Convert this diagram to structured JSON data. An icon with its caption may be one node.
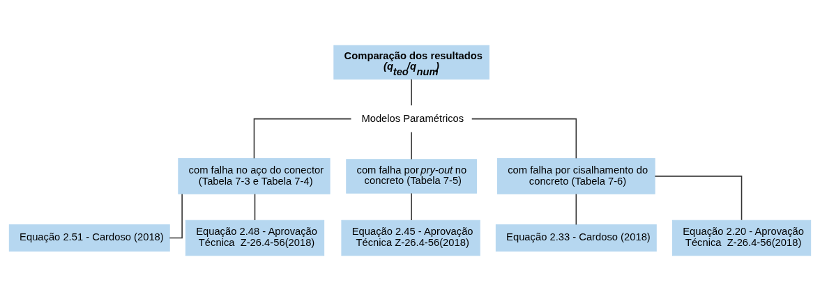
{
  "diagram": {
    "nodes": [
      {
        "text": [
          "Comparação dos resultados",
          "(q$_{teo}$/q$_{num}$)"
        ]
      },
      {
        "text": [
          "Modelos Paramétricos"
        ]
      },
      {
        "text": [
          "com falha no aço do conector (Tabela 7-3 e Tabela 7-4)"
        ]
      },
      {
        "text": [
          "com falha por *pry-out* no concreto (Tabela 7-5)"
        ]
      },
      {
        "text": [
          "com falha por cisalhamento do concreto (Tabela 7-6)"
        ]
      },
      {
        "text": [
          "Equação 2.51 - Cardoso (2018)"
        ]
      },
      {
        "text": [
          "Equação 2.48 - Aprovação Técnica  Z-26.4-56(2018)"
        ]
      },
      {
        "text": [
          "Equação 2.45 - Aprovação Técnica Z-26.4-56(2018)"
        ]
      },
      {
        "text": [
          "Equação 2.33 - Cardoso (2018)"
        ]
      },
      {
        "text": [
          "Equação 2.20 - Aprovação Técnica  Z-26.4-56(2018)"
        ]
      }
    ],
    "edges": [
      {
        "from": 0,
        "to": 1,
        "arrow": "none"
      },
      {
        "from": 1,
        "to": 2,
        "arrow": "none"
      },
      {
        "from": 1,
        "to": 3,
        "arrow": "none"
      },
      {
        "from": 1,
        "to": 4,
        "arrow": "none"
      },
      {
        "from": 2,
        "to": 5,
        "arrow": "none"
      },
      {
        "from": 2,
        "to": 6,
        "arrow": "none"
      },
      {
        "from": 3,
        "to": 7,
        "arrow": "none"
      },
      {
        "from": 4,
        "to": 8,
        "arrow": "none"
      },
      {
        "from": 4,
        "to": 9,
        "arrow": "none"
      }
    ]
  }
}
